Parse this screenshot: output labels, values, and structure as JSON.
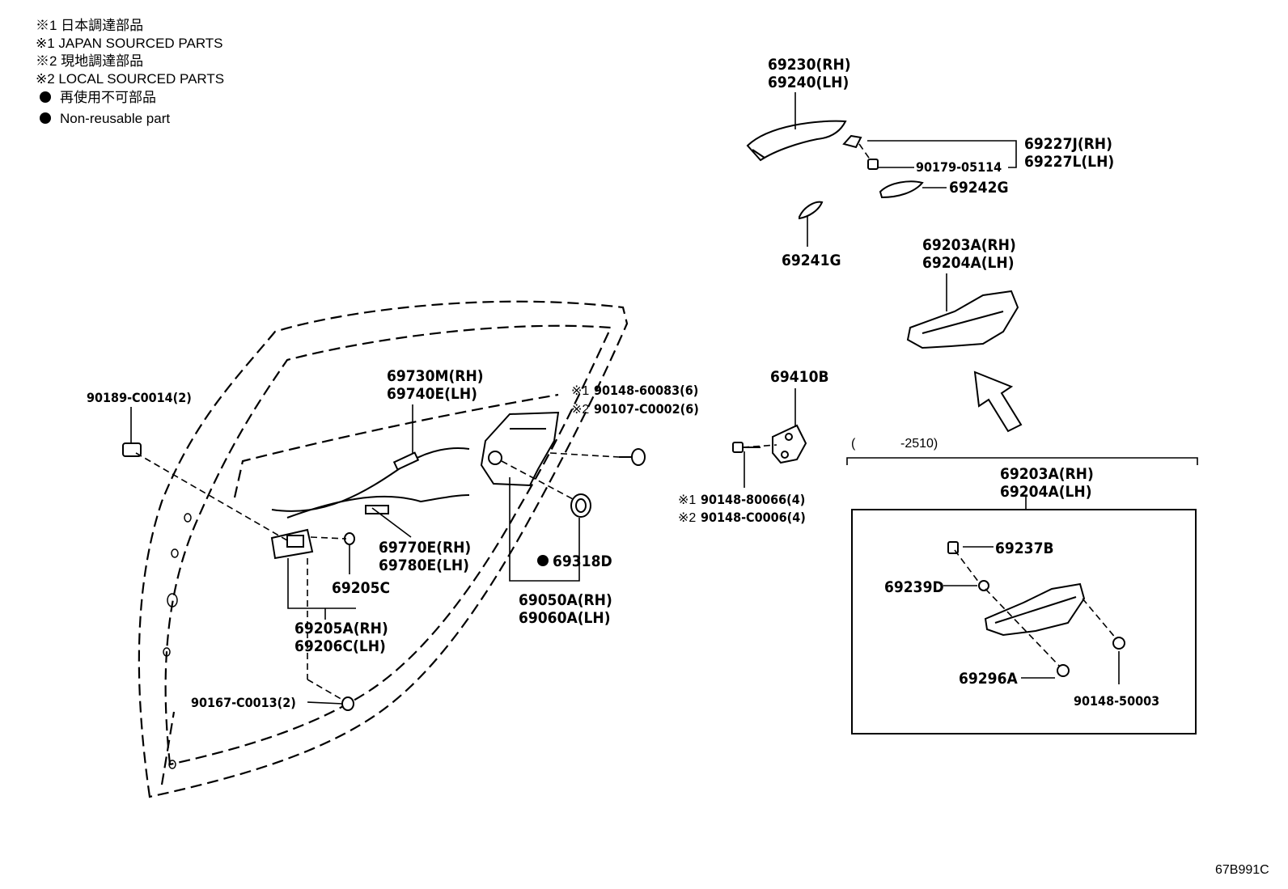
{
  "legend": {
    "line1": "※1 日本調達部品",
    "line2": "※1 JAPAN SOURCED PARTS",
    "line3": "※2 現地調達部品",
    "line4": "※2 LOCAL SOURCED PARTS",
    "line5": "再使用不可部品",
    "line6": "Non-reusable part"
  },
  "labels": {
    "p69230": "69230(RH)",
    "p69240": "69240(LH)",
    "p69227j": "69227J(RH)",
    "p69227l": "69227L(LH)",
    "p90179": "90179-05114",
    "p69242g": "69242G",
    "p69241g": "69241G",
    "p69203a_top": "69203A(RH)",
    "p69204a_top": "69204A(LH)",
    "p69730m": "69730M(RH)",
    "p69740e": "69740E(LH)",
    "p90148_60083": "90148-60083(6)",
    "p90107": "90107-C0002(6)",
    "mark1": "※1",
    "mark2": "※2",
    "p90189": "90189-C0014(2)",
    "p69410b": "69410B",
    "p90148_80066": "90148-80066(4)",
    "p90148_c0006": "90148-C0006(4)",
    "range": "(",
    "range_end": "-2510)",
    "p69203a_box": "69203A(RH)",
    "p69204a_box": "69204A(LH)",
    "p69237b": "69237B",
    "p69239d": "69239D",
    "p69296a": "69296A",
    "p90148_50003": "90148-50003",
    "p69770e": "69770E(RH)",
    "p69780e": "69780E(LH)",
    "p69318d": "69318D",
    "p69205c": "69205C",
    "p69050a": "69050A(RH)",
    "p69060a": "69060A(LH)",
    "p69205a": "69205A(RH)",
    "p69206c": "69206C(LH)",
    "p90167": "90167-C0013(2)",
    "diagram_code": "67B991C"
  }
}
